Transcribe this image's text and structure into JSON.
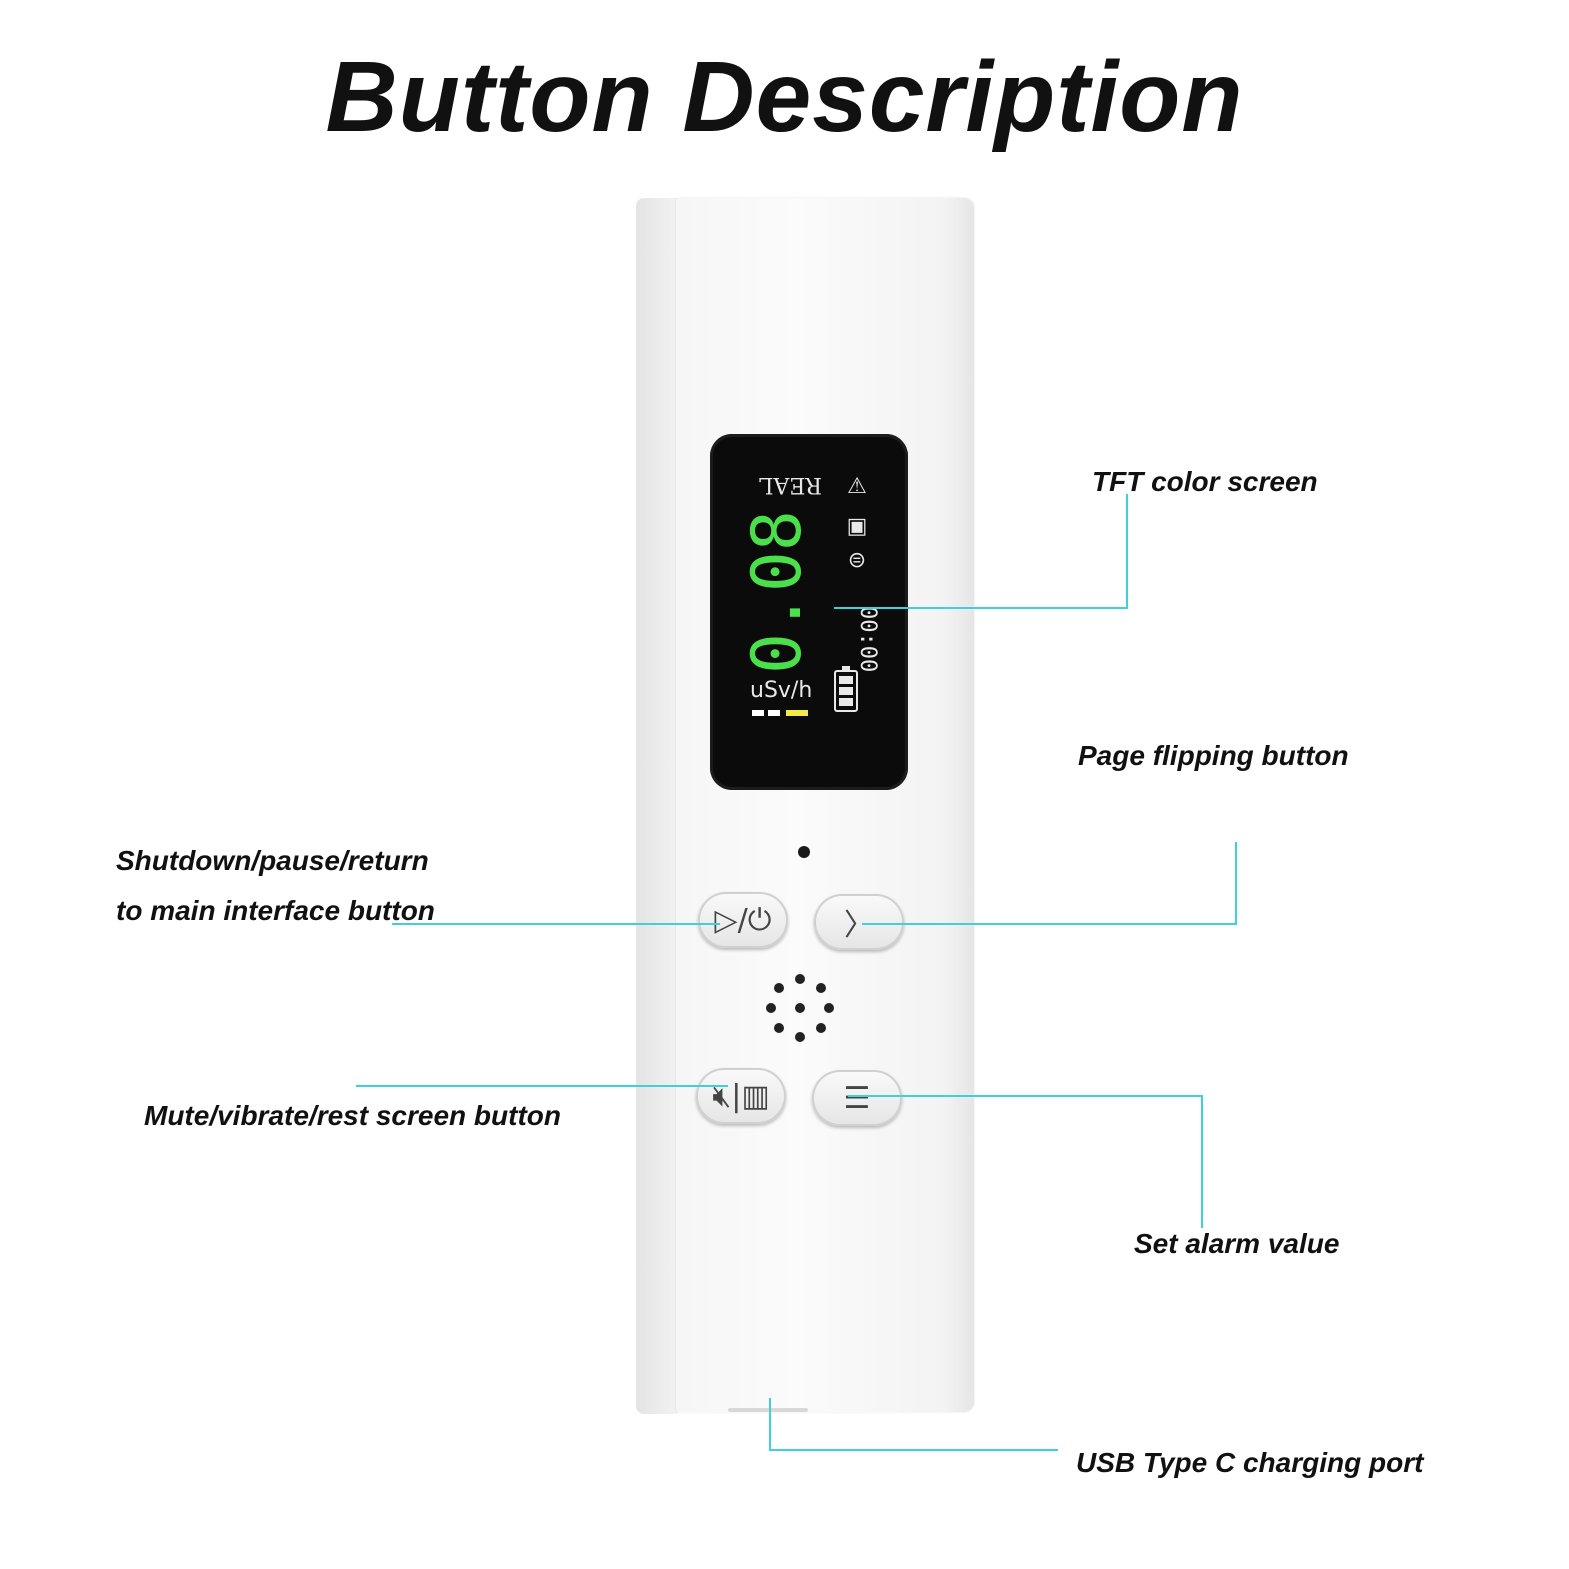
{
  "title": "Button Description",
  "labels": {
    "screen": "TFT color screen",
    "page_flip": "Page flipping button",
    "shutdown_line1": "Shutdown/pause/return",
    "shutdown_line2": "to main interface button",
    "mute": "Mute/vibrate/rest screen button",
    "alarm": "Set alarm value",
    "usb": "USB Type C charging port"
  },
  "device_screen": {
    "mode": "REAL",
    "value": "0.08",
    "unit": "uSv/h",
    "timer": "00:00",
    "battery_level_fraction": 1.0,
    "dose_bar_colors": [
      "#ffffff",
      "#ffffff",
      "#f2e84a"
    ]
  },
  "buttons": {
    "play_power_icon": "play-power-icon",
    "page_flip_icon": "chevron-right-icon",
    "mute_icon": "mute-vibrate-icon",
    "menu_icon": "menu-icon"
  },
  "colors": {
    "leader_line": "#3fd0d8",
    "screen_value": "#4cdf4c"
  }
}
